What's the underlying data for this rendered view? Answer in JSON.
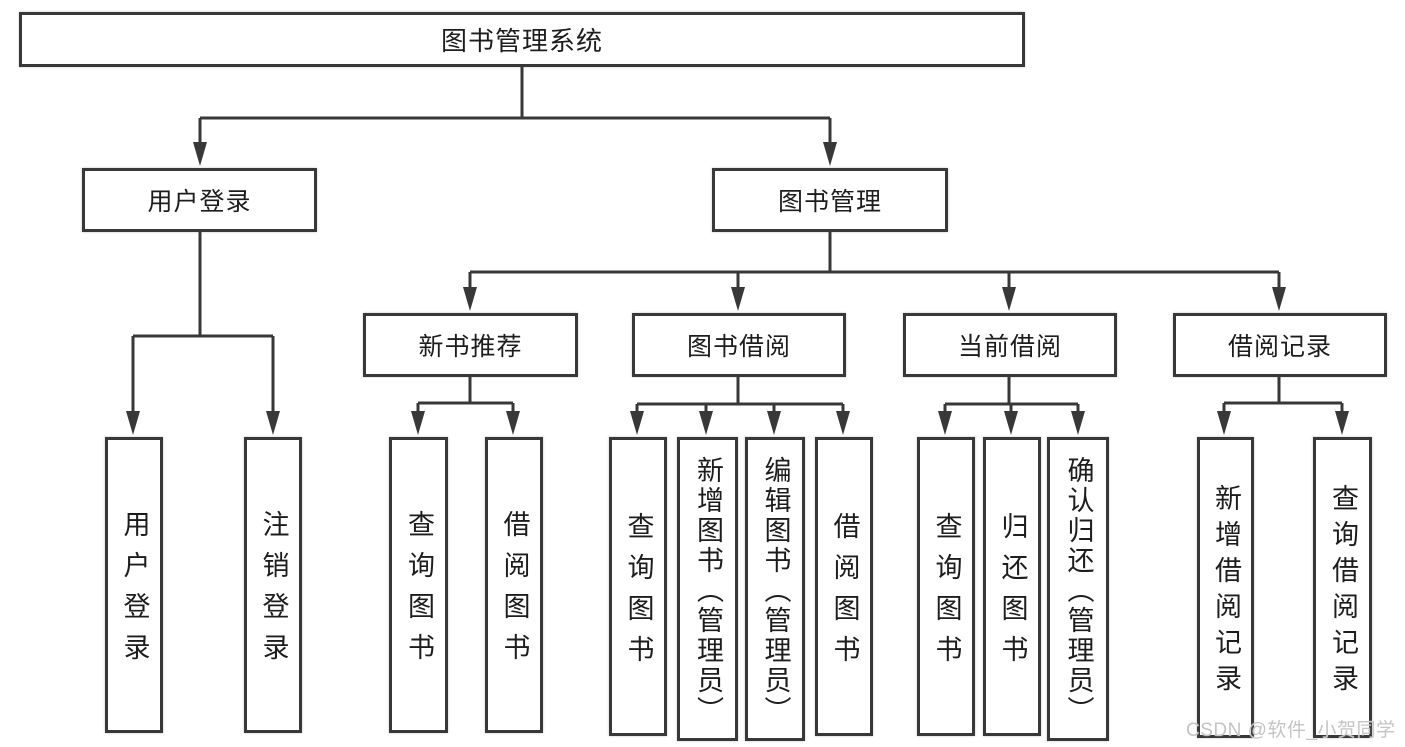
{
  "diagram_title": "图书管理系统",
  "colors": {
    "line": "#383838",
    "text": "#1d1d1d",
    "background": "#ffffff",
    "watermark": "#c4c4c4"
  },
  "watermark": {
    "text": "CSDN @软件_小贺同学"
  },
  "tree": {
    "label": "图书管理系统",
    "children": [
      {
        "label": "用户登录",
        "children": [
          {
            "label": "用户登录"
          },
          {
            "label": "注销登录"
          }
        ]
      },
      {
        "label": "图书管理",
        "children": [
          {
            "label": "新书推荐",
            "children": [
              {
                "label": "查询图书"
              },
              {
                "label": "借阅图书"
              }
            ]
          },
          {
            "label": "图书借阅",
            "children": [
              {
                "label": "查询图书"
              },
              {
                "label": "新增图书（管理员）"
              },
              {
                "label": "编辑图书（管理员）"
              },
              {
                "label": "借阅图书"
              }
            ]
          },
          {
            "label": "当前借阅",
            "children": [
              {
                "label": "查询图书"
              },
              {
                "label": "归还图书"
              },
              {
                "label": "确认归还（管理员）"
              }
            ]
          },
          {
            "label": "借阅记录",
            "children": [
              {
                "label": "新增借阅记录"
              },
              {
                "label": "查询借阅记录"
              }
            ]
          }
        ]
      }
    ]
  }
}
